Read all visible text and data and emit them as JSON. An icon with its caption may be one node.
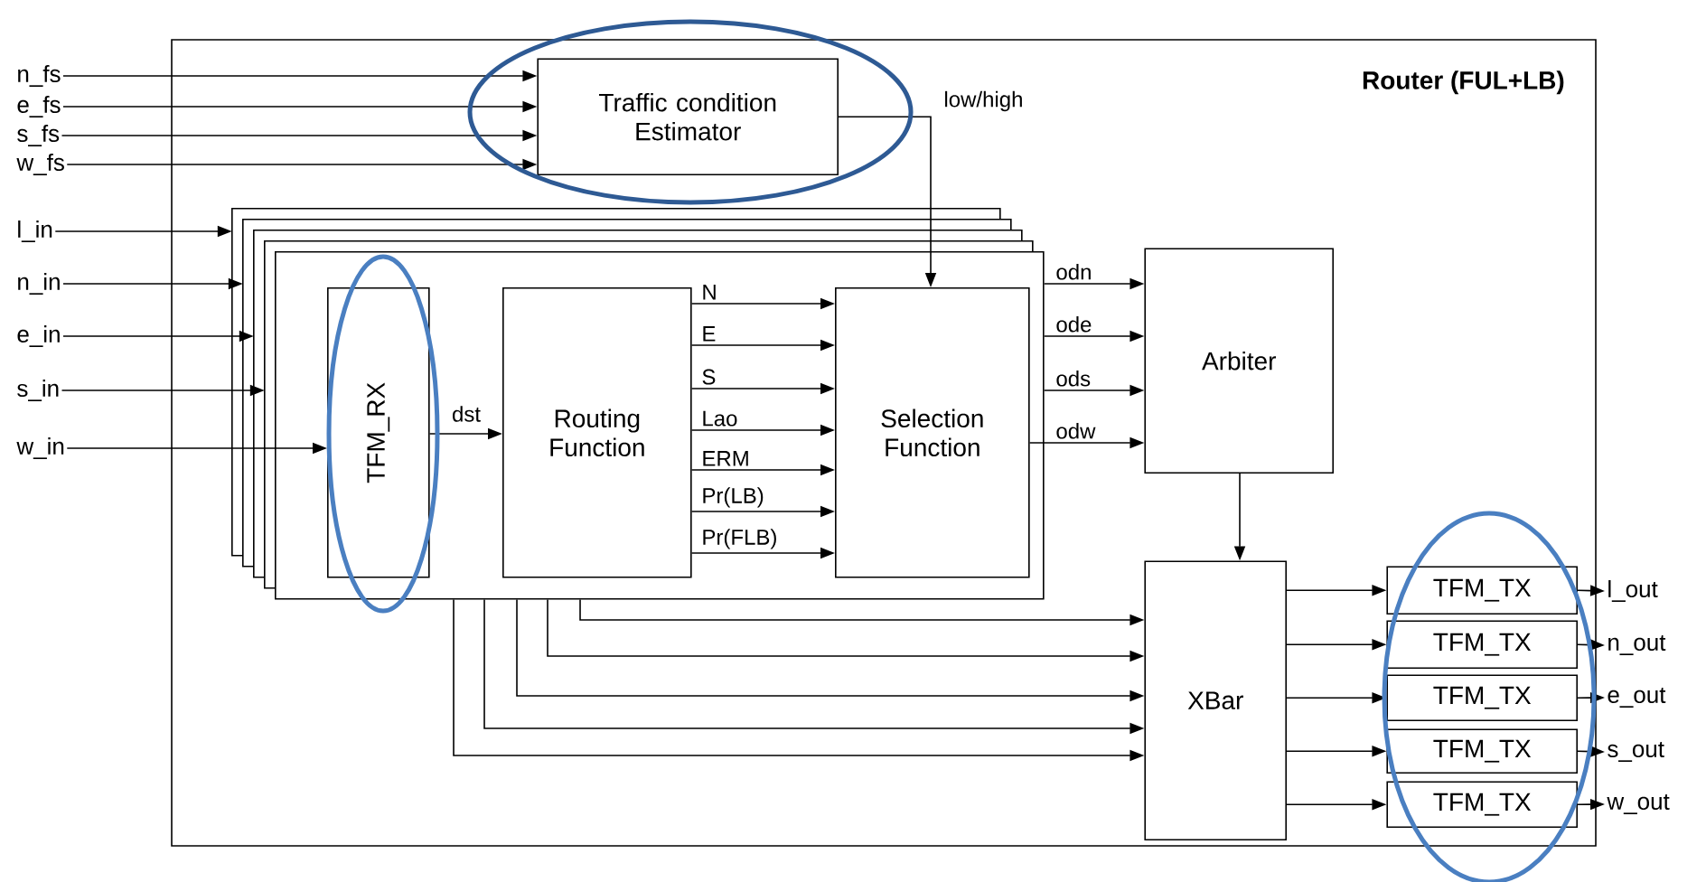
{
  "diagram": {
    "nodes": [
      {
        "text": [
          "n_fs"
        ]
      },
      {
        "text": [
          "e_fs"
        ]
      },
      {
        "text": [
          "s_fs"
        ]
      },
      {
        "text": [
          "w_fs"
        ]
      },
      {
        "text": [
          "l_in"
        ]
      },
      {
        "text": [
          "n_in"
        ]
      },
      {
        "text": [
          "e_in"
        ]
      },
      {
        "text": [
          "s_in"
        ]
      },
      {
        "text": [
          "w_in"
        ]
      },
      {
        "text": [
          "Router (FUL+LB)"
        ]
      },
      {
        "text": [
          "Traffic condition Estimator"
        ],
        "in": 9
      },
      {
        "text": [],
        "shape": "box",
        "in": 9
      },
      {
        "text": [
          "TFM_RX"
        ],
        "in": 11
      },
      {
        "text": [
          "Routing Function"
        ],
        "in": 11
      },
      {
        "text": [
          "Selection Function"
        ],
        "in": 11
      },
      {
        "text": [
          "Arbiter"
        ],
        "in": 9
      },
      {
        "text": [
          "XBar"
        ],
        "in": 9
      },
      {
        "text": [
          "TFM_TX"
        ],
        "in": 9
      },
      {
        "text": [
          "TFM_TX"
        ],
        "in": 9
      },
      {
        "text": [
          "TFM_TX"
        ],
        "in": 9
      },
      {
        "text": [
          "TFM_TX"
        ],
        "in": 9
      },
      {
        "text": [
          "TFM_TX"
        ],
        "in": 9
      },
      {
        "text": [
          "l_out"
        ]
      },
      {
        "text": [
          "n_out"
        ]
      },
      {
        "text": [
          "e_out"
        ]
      },
      {
        "text": [
          "s_out"
        ]
      },
      {
        "text": [
          "w_out"
        ]
      }
    ],
    "edges": [
      {
        "from": 0,
        "to": 10,
        "arrow": "to"
      },
      {
        "from": 1,
        "to": 10,
        "arrow": "to"
      },
      {
        "from": 2,
        "to": 10,
        "arrow": "to"
      },
      {
        "from": 3,
        "to": 10,
        "arrow": "to"
      },
      {
        "from": 10,
        "to": 14,
        "arrow": "to",
        "label": "low/high"
      },
      {
        "from": 4,
        "to": 11,
        "arrow": "to"
      },
      {
        "from": 5,
        "to": 11,
        "arrow": "to"
      },
      {
        "from": 6,
        "to": 11,
        "arrow": "to"
      },
      {
        "from": 7,
        "to": 11,
        "arrow": "to"
      },
      {
        "from": 8,
        "to": 12,
        "arrow": "to"
      },
      {
        "from": 12,
        "to": 13,
        "arrow": "to",
        "label": "dst"
      },
      {
        "from": 13,
        "to": 14,
        "arrow": "to",
        "label": "N"
      },
      {
        "from": 13,
        "to": 14,
        "arrow": "to",
        "label": "E"
      },
      {
        "from": 13,
        "to": 14,
        "arrow": "to",
        "label": "S"
      },
      {
        "from": 13,
        "to": 14,
        "arrow": "to",
        "label": "Lao"
      },
      {
        "from": 13,
        "to": 14,
        "arrow": "to",
        "label": "ERM"
      },
      {
        "from": 13,
        "to": 14,
        "arrow": "to",
        "label": "Pr(LB)"
      },
      {
        "from": 13,
        "to": 14,
        "arrow": "to",
        "label": "Pr(FLB)"
      },
      {
        "from": 11,
        "to": 15,
        "arrow": "to",
        "label": "odn"
      },
      {
        "from": 11,
        "to": 15,
        "arrow": "to",
        "label": "ode"
      },
      {
        "from": 11,
        "to": 15,
        "arrow": "to",
        "label": "ods"
      },
      {
        "from": 14,
        "to": 15,
        "arrow": "to",
        "label": "odw"
      },
      {
        "from": 15,
        "to": 16,
        "arrow": "to"
      },
      {
        "from": 11,
        "to": 16,
        "arrow": "to"
      },
      {
        "from": 11,
        "to": 16,
        "arrow": "to"
      },
      {
        "from": 11,
        "to": 16,
        "arrow": "to"
      },
      {
        "from": 11,
        "to": 16,
        "arrow": "to"
      },
      {
        "from": 11,
        "to": 16,
        "arrow": "to"
      },
      {
        "from": 16,
        "to": 17,
        "arrow": "to"
      },
      {
        "from": 16,
        "to": 18,
        "arrow": "to"
      },
      {
        "from": 16,
        "to": 19,
        "arrow": "to"
      },
      {
        "from": 16,
        "to": 20,
        "arrow": "to"
      },
      {
        "from": 16,
        "to": 21,
        "arrow": "to"
      },
      {
        "from": 17,
        "to": 22,
        "arrow": "to"
      },
      {
        "from": 18,
        "to": 23,
        "arrow": "to"
      },
      {
        "from": 19,
        "to": 24,
        "arrow": "to"
      },
      {
        "from": 20,
        "to": 25,
        "arrow": "to"
      },
      {
        "from": 21,
        "to": 26,
        "arrow": "to"
      }
    ]
  }
}
